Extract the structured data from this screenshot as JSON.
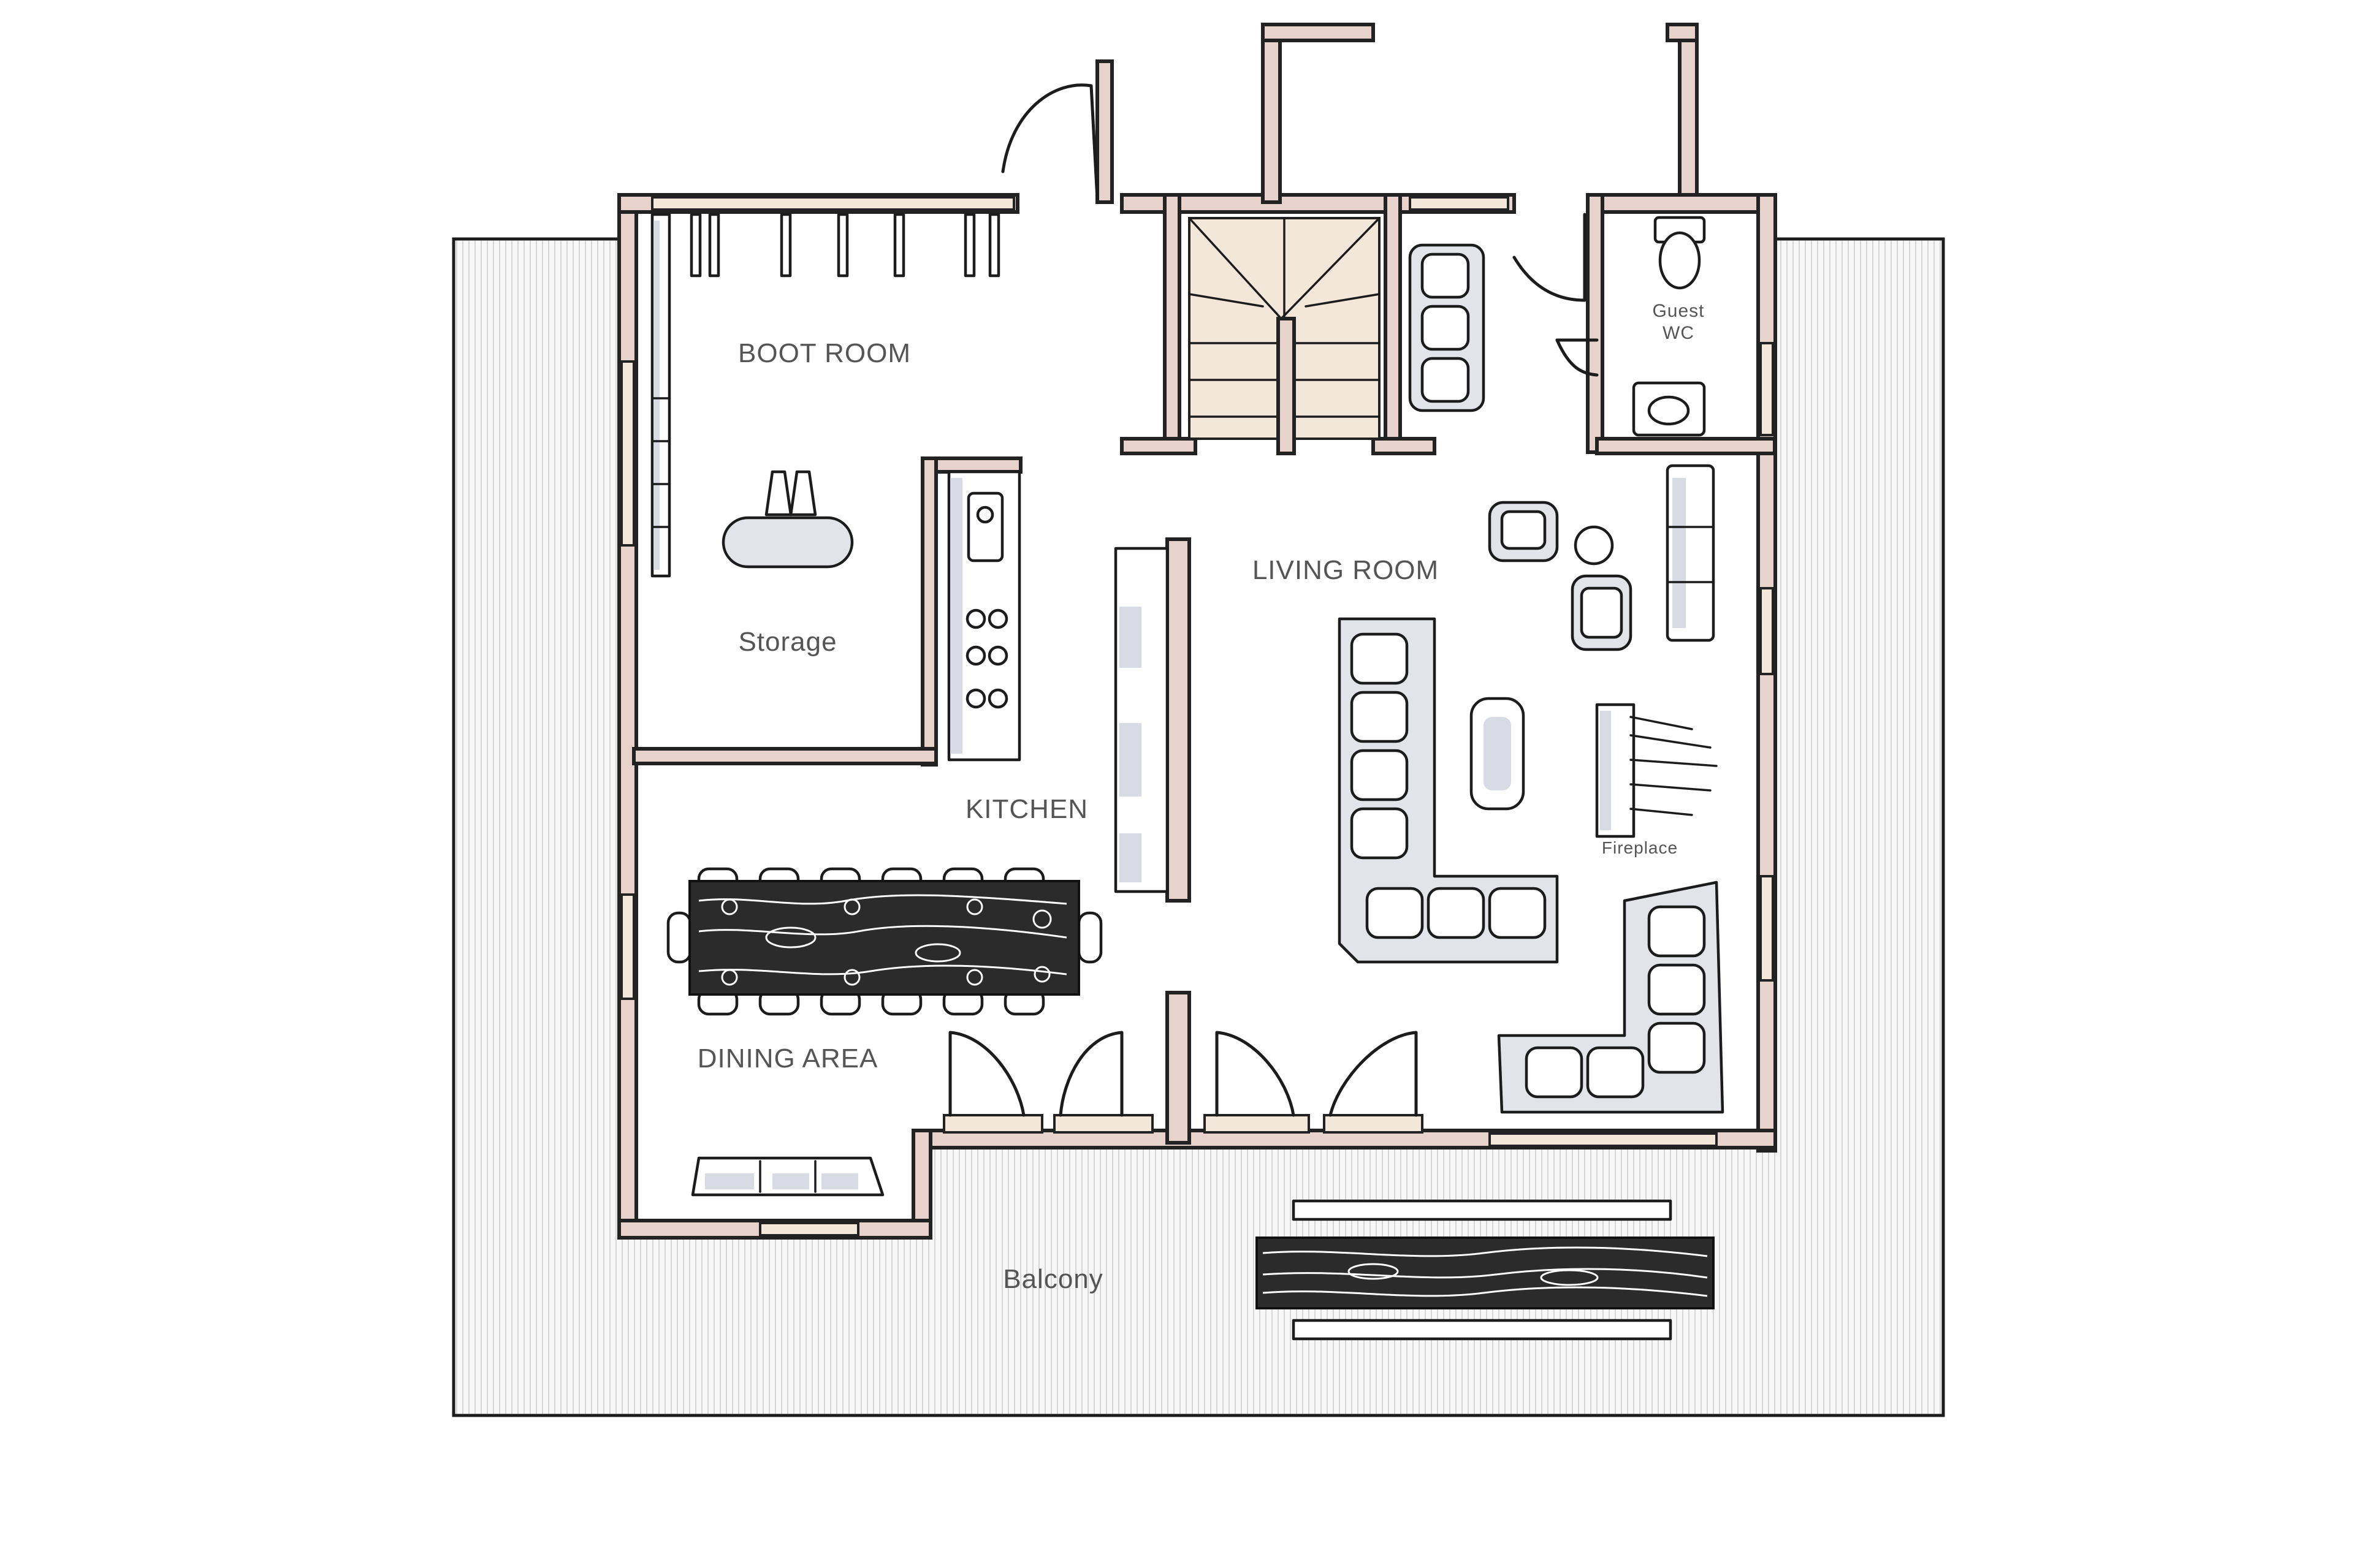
{
  "plan": {
    "rooms": {
      "boot_room": "BOOT ROOM",
      "storage": "Storage",
      "kitchen": "KITCHEN",
      "living_room": "LIVING ROOM",
      "dining_area": "DINING AREA",
      "guest_wc_line1": "Guest",
      "guest_wc_line2": "WC",
      "fireplace": "Fireplace",
      "balcony": "Balcony"
    },
    "colors": {
      "wall_fill": "#e7d2cc",
      "window_fill": "#f3e7da",
      "furniture_shade": "#d8dbe3",
      "ink": "#1c1c1c",
      "label_text": "#555555",
      "balcony_deck": "#f2f2f2"
    }
  }
}
